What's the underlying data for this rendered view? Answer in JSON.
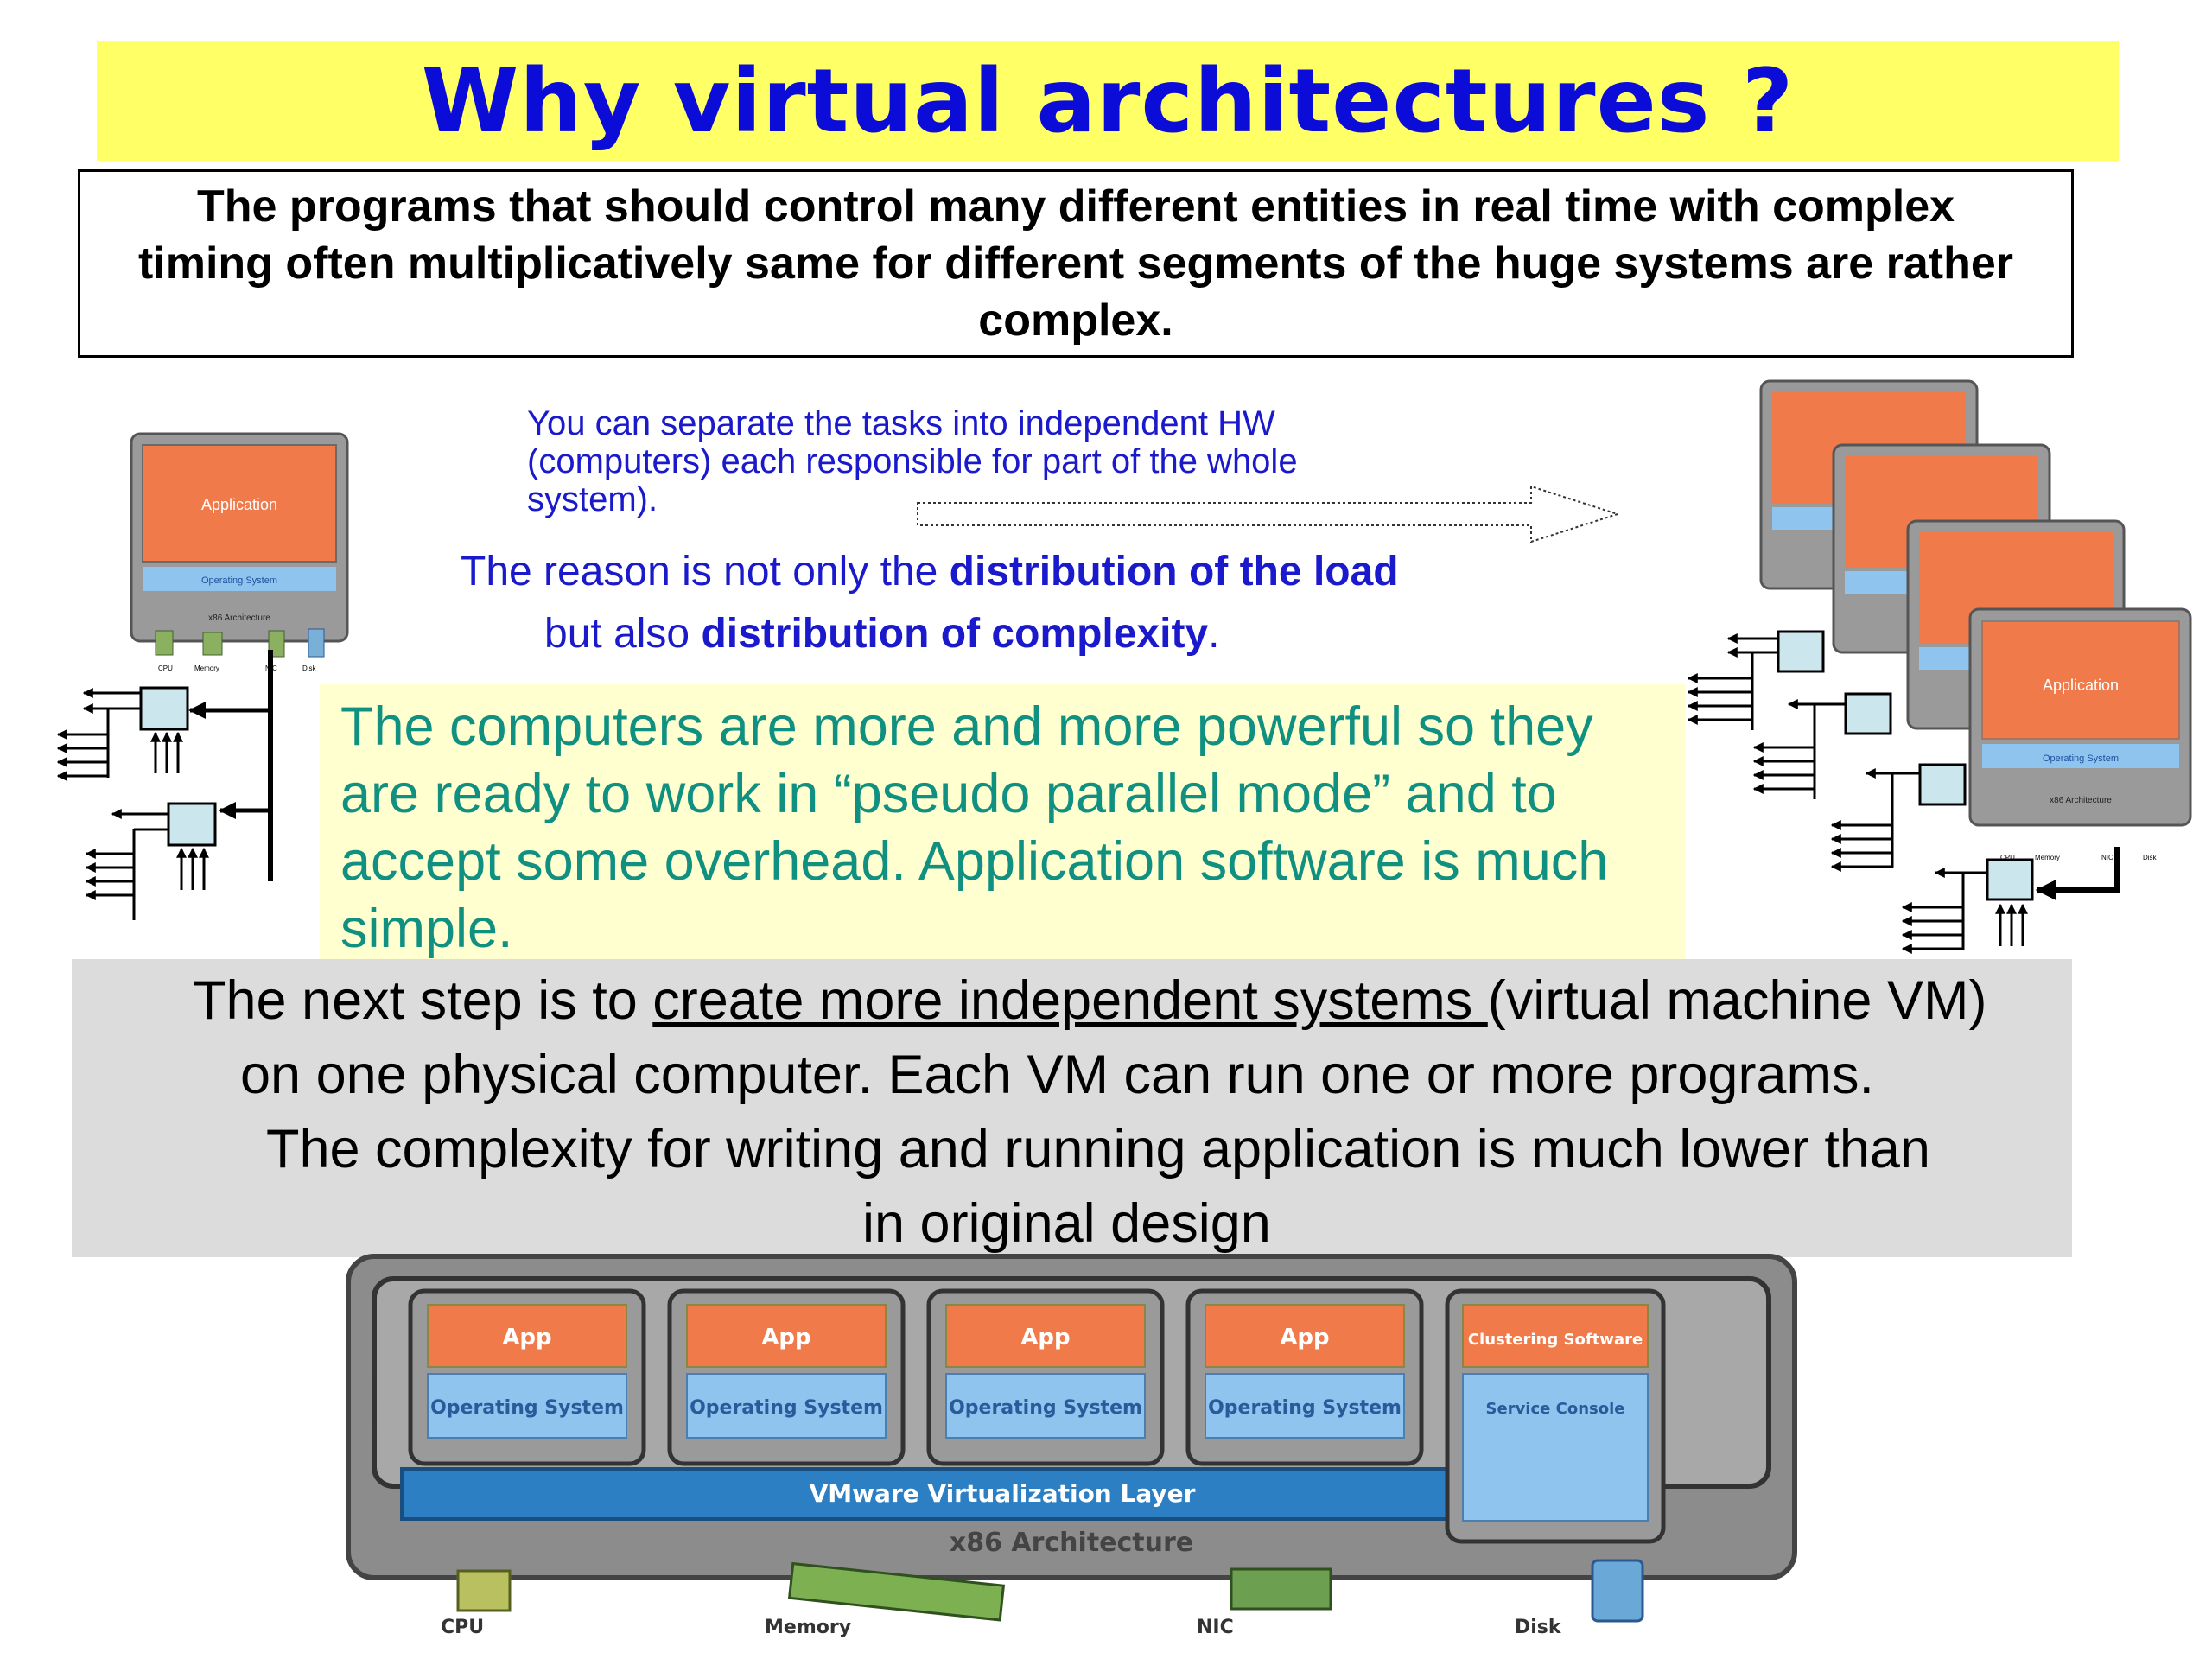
{
  "slide": {
    "title": "Why virtual architectures ?",
    "intro": "The programs that should control many different entities in real time with complex timing often multiplicatively same for different segments of the huge systems are rather complex.",
    "tasks_text": "You can separate the tasks into independent HW (computers) each responsible for  part of the whole system).",
    "reason_prefix": "The reason is not only the ",
    "reason_bold": "distribution of the load",
    "reason2_prefix": "but also ",
    "reason2_bold": "distribution of complexity",
    "reason2_suffix": ".",
    "powerful_text": "The computers are more and more powerful so they are ready to work in “pseudo parallel mode” and to accept some overhead. Application software is much simple.",
    "next_l1_prefix": "The next step is to ",
    "next_l1_underlined": "create more independent systems  ",
    "next_l1_suffix": "(virtual machine VM)",
    "next_l2": "on one physical computer. Each VM can run one or more programs.",
    "next_l3": "The complexity for writing and running application is much lower than",
    "next_l4": "in original design"
  },
  "single_computer": {
    "application_label": "Application",
    "os_label": "Operating System",
    "arch_label": "x86 Architecture",
    "hw_labels": [
      "CPU",
      "Memory",
      "NIC",
      "Disk"
    ]
  },
  "stacked_computers": {
    "application_label": "Application",
    "os_label": "Operating System",
    "arch_label": "x86 Architecture",
    "hw_labels": [
      "CPU",
      "Memory",
      "NIC",
      "Disk"
    ]
  },
  "vmware_stack": {
    "vm_columns": [
      {
        "top": "App",
        "bottom": "Operating System"
      },
      {
        "top": "App",
        "bottom": "Operating System"
      },
      {
        "top": "App",
        "bottom": "Operating System"
      },
      {
        "top": "App",
        "bottom": "Operating System"
      },
      {
        "top": "Clustering Software",
        "bottom": "Service Console"
      }
    ],
    "layer_label": "VMware Virtualization Layer",
    "arch_label": "x86 Architecture",
    "hw_labels": [
      "CPU",
      "Memory",
      "NIC",
      "Disk"
    ]
  },
  "colors": {
    "title_bg": "#ffff66",
    "title_text": "#0c0cd8",
    "blue_text": "#1a1acc",
    "teal_text": "#109080",
    "app_orange": "#f07a4a",
    "os_blue": "#8ec4ee",
    "layer_blue": "#2d7fc4"
  }
}
